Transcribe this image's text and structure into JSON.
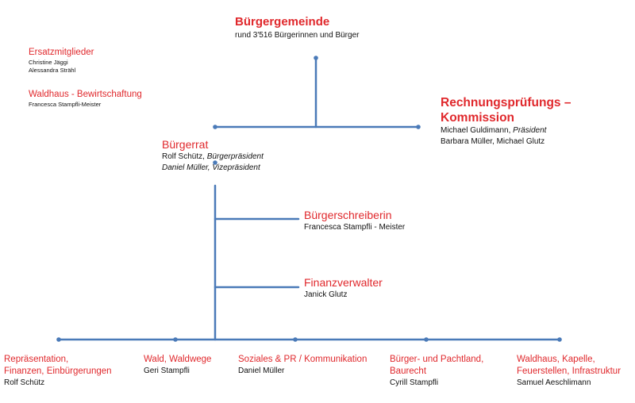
{
  "colors": {
    "title": "#e0282c",
    "line": "#4a7ab8",
    "text": "#111111"
  },
  "top": {
    "title": "Bürgergemeinde",
    "subtitle": "rund 3'516 Bürgerinnen und Bürger"
  },
  "ersatz": {
    "title": "Ersatzmitglieder",
    "members": [
      "Christine Jäggi",
      "Alessandra Strähl"
    ]
  },
  "waldhaus_bew": {
    "title": "Waldhaus - Bewirtschaftung",
    "member": "Francesca Stampfli-Meister"
  },
  "rpk": {
    "title_line1": "Rechnungsprüfungs –",
    "title_line2": "Kommission",
    "president_name": "Michael Guldimann, ",
    "president_role": "Präsident",
    "members": "Barbara Müller, Michael Glutz"
  },
  "buergerrat": {
    "title": "Bürgerrat",
    "line1_name": "Rolf Schütz, ",
    "line1_role": "Bürgerpräsident",
    "line2": "Daniel Müller, Vizepräsident"
  },
  "schreiberin": {
    "title": "Bürgerschreiberin",
    "member": "Francesca Stampfli - Meister"
  },
  "finanz": {
    "title": "Finanzverwalter",
    "member": "Janick Glutz"
  },
  "departments": [
    {
      "title_lines": [
        "Repräsentation,",
        "Finanzen, Einbürgerungen"
      ],
      "person": "Rolf Schütz"
    },
    {
      "title_lines": [
        "Wald, Waldwege"
      ],
      "person": "Geri Stampfli"
    },
    {
      "title_lines": [
        "Soziales & PR / Kommunikation"
      ],
      "person": "Daniel Müller"
    },
    {
      "title_lines": [
        "Bürger- und Pachtland,",
        "Baurecht"
      ],
      "person": "Cyrill Stampfli"
    },
    {
      "title_lines": [
        "Waldhaus, Kapelle,",
        "Feuerstellen, Infrastruktur"
      ],
      "person": "Samuel Aeschlimann"
    }
  ]
}
